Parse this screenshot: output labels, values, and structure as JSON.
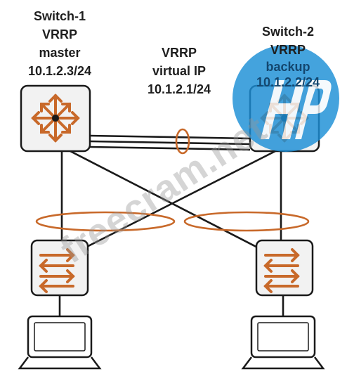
{
  "switch1": {
    "name": "Switch-1",
    "protocol": "VRRP",
    "role": "master",
    "ip": "10.1.2.3/24"
  },
  "switch2": {
    "name": "Switch-2",
    "protocol": "VRRP",
    "role": "backup",
    "ip": "10.1.2.2/24"
  },
  "virtual": {
    "protocol": "VRRP",
    "label": "virtual IP",
    "ip": "10.1.2.1/24"
  },
  "watermark": "freecram.net",
  "colors": {
    "accent": "#c8692a",
    "stroke": "#1a1a1a",
    "device_fill": "#f2f2f2",
    "logo_blue": "#1c8fd6"
  }
}
